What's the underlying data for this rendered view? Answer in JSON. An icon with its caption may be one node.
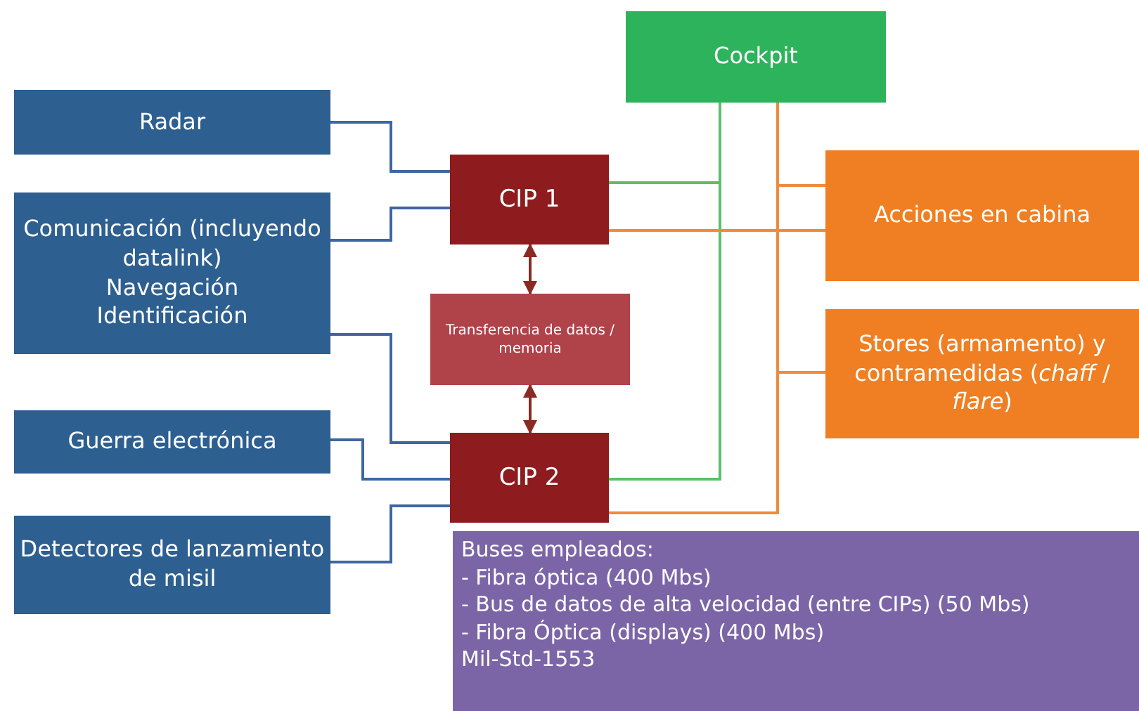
{
  "diagram": {
    "nodes": [
      {
        "text": [
          "Radar"
        ]
      },
      {
        "text": [
          "Comunicación (incluyendo datalink)",
          "Navegación",
          "Identificación"
        ]
      },
      {
        "text": [
          "Guerra electrónica"
        ]
      },
      {
        "text": [
          "Detectores de lanzamiento de misil"
        ]
      },
      {
        "text": [
          "CIP 1"
        ]
      },
      {
        "text": [
          "Transferencia de datos / memoria"
        ]
      },
      {
        "text": [
          "CIP 2"
        ]
      },
      {
        "text": [
          "Cockpit"
        ]
      },
      {
        "text": [
          "Acciones en cabina"
        ]
      },
      {
        "text": [
          "Stores (armamento) y contramedidas (*chaff* / *flare*)"
        ]
      },
      {
        "text": [
          "Buses empleados:",
          "- Fibra óptica (400 Mbs)",
          "- Bus de datos de alta velocidad (entre CIPs) (50 Mbs)",
          "- Fibra Óptica (displays) (400 Mbs)",
          "Mil-Std-1553"
        ]
      }
    ],
    "edges": [
      {
        "from": 0,
        "to": 4,
        "arrow": "none"
      },
      {
        "from": 1,
        "to": 4,
        "arrow": "none"
      },
      {
        "from": 1,
        "to": 6,
        "arrow": "none"
      },
      {
        "from": 2,
        "to": 6,
        "arrow": "none"
      },
      {
        "from": 3,
        "to": 6,
        "arrow": "none"
      },
      {
        "from": 4,
        "to": 5,
        "arrow": "both",
        "color": "#8b2a22"
      },
      {
        "from": 5,
        "to": 6,
        "arrow": "both",
        "color": "#8b2a22"
      },
      {
        "from": 7,
        "to": 4,
        "arrow": "none",
        "color": "#5cbf6a"
      },
      {
        "from": 7,
        "to": 6,
        "arrow": "none",
        "color": "#5cbf6a"
      },
      {
        "from": 7,
        "to": 8,
        "arrow": "none",
        "color": "#f08a3c"
      },
      {
        "from": 4,
        "to": 8,
        "arrow": "none",
        "color": "#f08a3c"
      },
      {
        "from": 7,
        "to": 9,
        "arrow": "none",
        "color": "#f08a3c"
      },
      {
        "from": 6,
        "to": 9,
        "arrow": "none",
        "color": "#f08a3c"
      }
    ]
  }
}
